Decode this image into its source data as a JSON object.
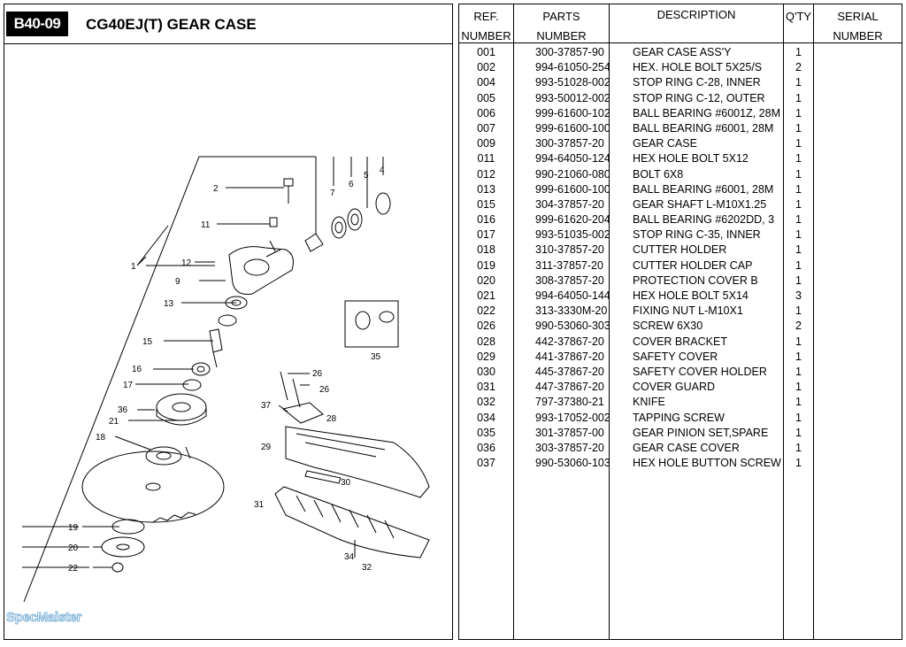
{
  "header": {
    "code": "B40-09",
    "title": "CG40EJ(T)  GEAR CASE"
  },
  "watermark": "SpecMaister",
  "table": {
    "columns": [
      {
        "line1": "REF.",
        "line2": "NUMBER"
      },
      {
        "line1": "PARTS",
        "line2": "NUMBER"
      },
      {
        "line1": "DESCRIPTION",
        "line2": ""
      },
      {
        "line1": "Q'TY",
        "line2": ""
      },
      {
        "line1": "SERIAL",
        "line2": "NUMBER"
      }
    ],
    "rows": [
      {
        "ref": "001",
        "part": "300-37857-90",
        "desc": "GEAR CASE ASS'Y",
        "qty": "1"
      },
      {
        "ref": "002",
        "part": "994-61050-254",
        "desc": "HEX. HOLE BOLT 5X25/S",
        "qty": "2"
      },
      {
        "ref": "004",
        "part": "993-51028-002",
        "desc": "STOP RING C-28, INNER",
        "qty": "1"
      },
      {
        "ref": "005",
        "part": "993-50012-002",
        "desc": "STOP RING C-12, OUTER",
        "qty": "1"
      },
      {
        "ref": "006",
        "part": "999-61600-102",
        "desc": "BALL BEARING #6001Z, 28M",
        "qty": "1"
      },
      {
        "ref": "007",
        "part": "999-61600-100",
        "desc": "BALL BEARING #6001, 28M",
        "qty": "1"
      },
      {
        "ref": "009",
        "part": "300-37857-20",
        "desc": "GEAR CASE",
        "qty": "1"
      },
      {
        "ref": "011",
        "part": "994-64050-124",
        "desc": "HEX HOLE BOLT 5X12",
        "qty": "1"
      },
      {
        "ref": "012",
        "part": "990-21060-080",
        "desc": " BOLT 6X8",
        "qty": "1"
      },
      {
        "ref": "013",
        "part": "999-61600-100",
        "desc": "BALL BEARING #6001, 28M",
        "qty": "1"
      },
      {
        "ref": "015",
        "part": "304-37857-20",
        "desc": "GEAR SHAFT L-M10X1.25",
        "qty": "1"
      },
      {
        "ref": "016",
        "part": "999-61620-204",
        "desc": "BALL BEARING #6202DD, 3",
        "qty": "1"
      },
      {
        "ref": "017",
        "part": "993-51035-002",
        "desc": "STOP RING C-35, INNER",
        "qty": "1"
      },
      {
        "ref": "018",
        "part": "310-37857-20",
        "desc": "CUTTER HOLDER",
        "qty": "1"
      },
      {
        "ref": "019",
        "part": "311-37857-20",
        "desc": "CUTTER HOLDER CAP",
        "qty": "1"
      },
      {
        "ref": "020",
        "part": "308-37857-20",
        "desc": "PROTECTION COVER B",
        "qty": "1"
      },
      {
        "ref": "021",
        "part": "994-64050-144",
        "desc": "HEX HOLE BOLT 5X14",
        "qty": "3"
      },
      {
        "ref": "022",
        "part": "313-3330M-20",
        "desc": "FIXING NUT L-M10X1",
        "qty": "1"
      },
      {
        "ref": "026",
        "part": "990-53060-303",
        "desc": "SCREW 6X30",
        "qty": "2"
      },
      {
        "ref": "028",
        "part": "442-37867-20",
        "desc": "COVER BRACKET",
        "qty": "1"
      },
      {
        "ref": "029",
        "part": "441-37867-20",
        "desc": "SAFETY COVER",
        "qty": "1"
      },
      {
        "ref": "030",
        "part": "445-37867-20",
        "desc": "SAFETY COVER HOLDER",
        "qty": "1"
      },
      {
        "ref": "031",
        "part": "447-37867-20",
        "desc": "COVER GUARD",
        "qty": "1"
      },
      {
        "ref": "032",
        "part": "797-37380-21",
        "desc": "KNIFE",
        "qty": "1"
      },
      {
        "ref": "034",
        "part": "993-17052-002",
        "desc": "TAPPING SCREW",
        "qty": "1"
      },
      {
        "ref": "035",
        "part": "301-37857-00",
        "desc": "GEAR PINION SET,SPARE",
        "qty": "1"
      },
      {
        "ref": "036",
        "part": "303-37857-20",
        "desc": "GEAR CASE COVER",
        "qty": "1"
      },
      {
        "ref": "037",
        "part": "990-53060-103",
        "desc": "HEX HOLE BUTTON SCREW",
        "qty": "1"
      }
    ]
  },
  "callouts": [
    "1",
    "2",
    "4",
    "5",
    "6",
    "7",
    "9",
    "11",
    "12",
    "13",
    "15",
    "16",
    "17",
    "18",
    "19",
    "20",
    "21",
    "22",
    "26",
    "26",
    "28",
    "29",
    "30",
    "31",
    "32",
    "34",
    "35",
    "36",
    "37"
  ]
}
